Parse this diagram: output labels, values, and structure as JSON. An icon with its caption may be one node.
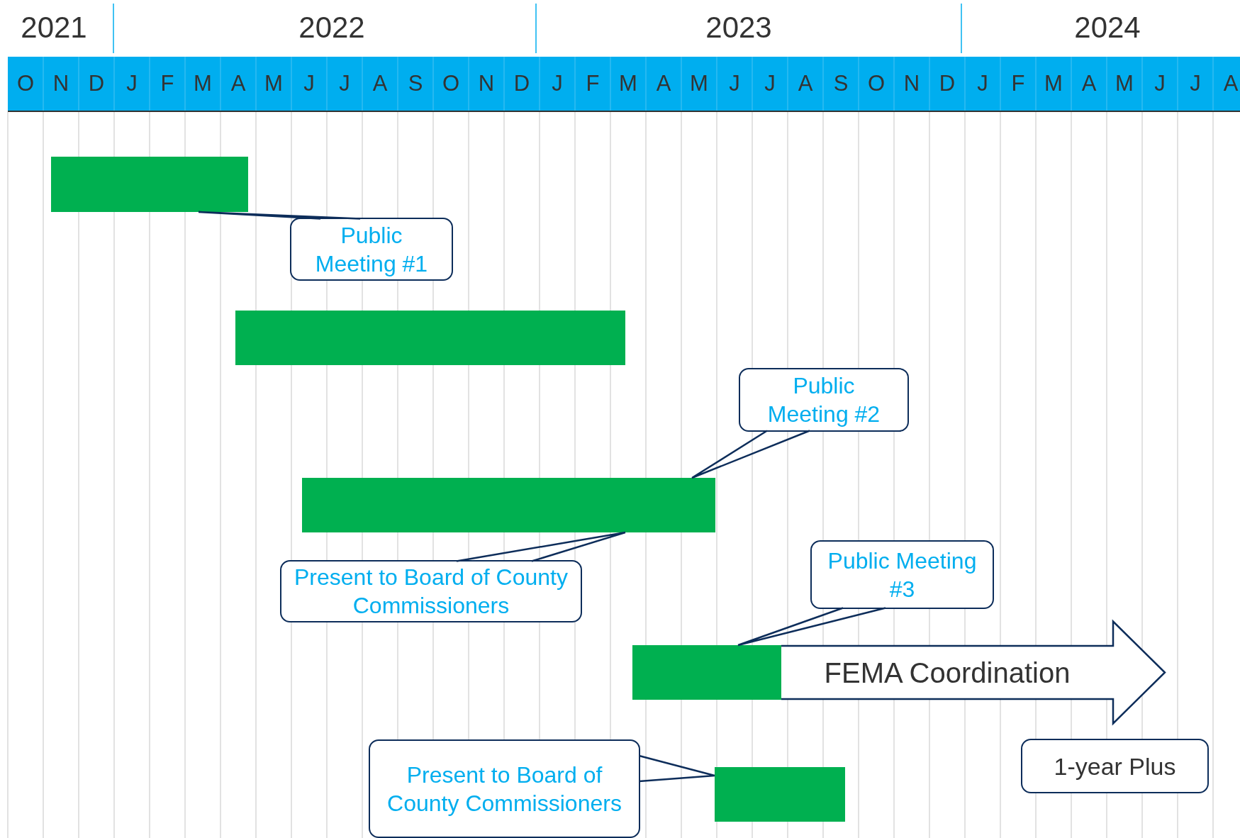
{
  "diagram": {
    "nodes": [
      {
        "text": [],
        "shape": "bar"
      },
      {
        "text": [
          "Public Meeting #1"
        ]
      },
      {
        "text": [],
        "shape": "bar"
      },
      {
        "text": [
          "Public Meeting #2"
        ]
      },
      {
        "text": [],
        "shape": "bar"
      },
      {
        "text": [
          "Present to Board of County Commissioners"
        ]
      },
      {
        "text": [
          "Public Meeting #3"
        ]
      },
      {
        "text": [],
        "shape": "bar"
      },
      {
        "text": [
          "1-year Plus"
        ]
      },
      {
        "text": [
          "Present to Board of County Commissioners"
        ]
      },
      {
        "text": [],
        "shape": "bar"
      }
    ],
    "edges": [
      {
        "from": 1,
        "to": 0,
        "arrow": "none"
      },
      {
        "from": 3,
        "to": 4,
        "arrow": "none"
      },
      {
        "from": 5,
        "to": 4,
        "arrow": "none"
      },
      {
        "from": 6,
        "to": 7,
        "arrow": "none"
      },
      {
        "from": 7,
        "to": null,
        "arrow": "to",
        "label": "FEMA Coordination"
      },
      {
        "from": 9,
        "to": 10,
        "arrow": "none"
      }
    ],
    "labels": [
      "2021",
      "2022",
      "2023",
      "2024",
      "O",
      "N",
      "D",
      "J",
      "F",
      "M",
      "A",
      "M",
      "J",
      "J",
      "A",
      "S",
      "O",
      "N",
      "D",
      "J",
      "F",
      "M",
      "A",
      "M",
      "J",
      "J",
      "A",
      "S",
      "O",
      "N",
      "D",
      "J",
      "F",
      "M",
      "A",
      "M",
      "J",
      "J",
      "A"
    ]
  }
}
